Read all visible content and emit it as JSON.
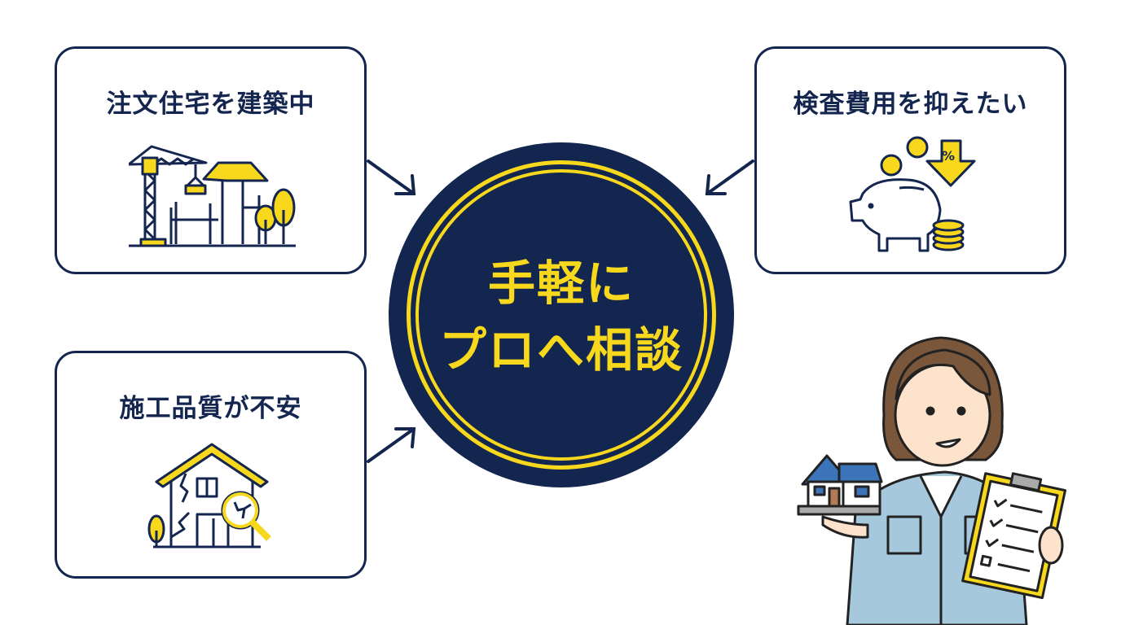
{
  "colors": {
    "navy": "#14264f",
    "yellow": "#f7d81c",
    "background": "#ffffff"
  },
  "cards": [
    {
      "title": "注文住宅を建築中",
      "icon": "construction-crane-house-icon"
    },
    {
      "title": "検査費用を抑えたい",
      "icon": "piggy-bank-coins-discount-icon"
    },
    {
      "title": "施工品質が不安",
      "icon": "cracked-house-magnifier-icon"
    }
  ],
  "center": {
    "line1": "手軽に",
    "line2": "プロへ相談"
  },
  "discount_symbol": "%",
  "illustration": {
    "name": "inspector-woman-holding-house-and-checklist"
  }
}
